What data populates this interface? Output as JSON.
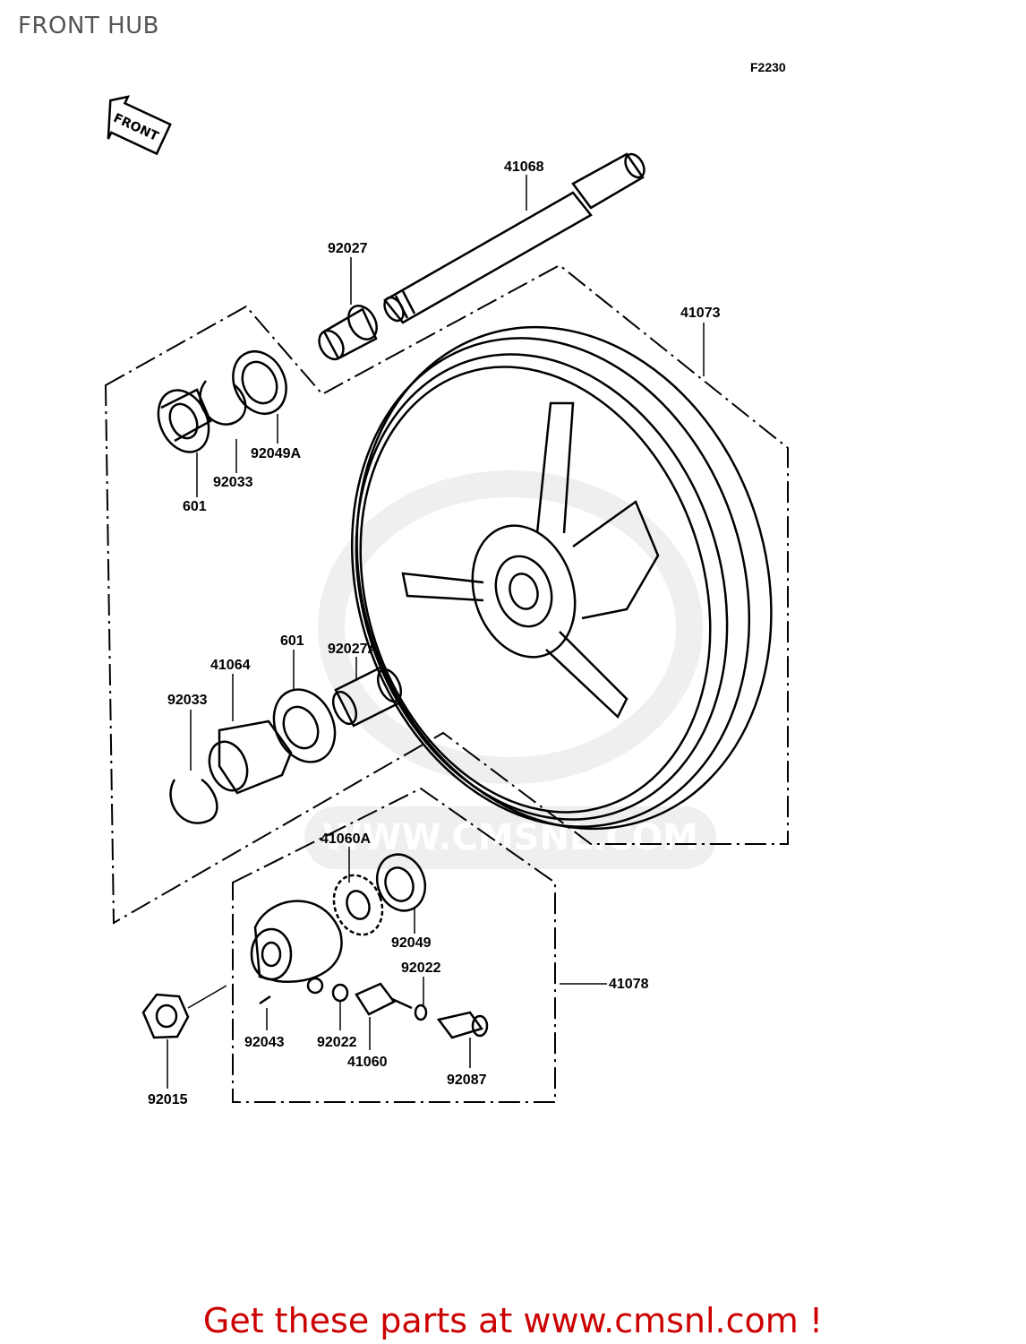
{
  "title": "FRONT HUB",
  "diagram_code": "F2230",
  "front_arrow_label": "FRONT",
  "watermark_text": "WWW.CMSNL.COM",
  "parts": [
    {
      "id": "p41068",
      "number": "41068"
    },
    {
      "id": "p92027",
      "number": "92027"
    },
    {
      "id": "p41073",
      "number": "41073"
    },
    {
      "id": "p92049A",
      "number": "92049A"
    },
    {
      "id": "p92033a",
      "number": "92033"
    },
    {
      "id": "p601a",
      "number": "601"
    },
    {
      "id": "p601b",
      "number": "601"
    },
    {
      "id": "p92027A",
      "number": "92027A"
    },
    {
      "id": "p41064",
      "number": "41064"
    },
    {
      "id": "p92033b",
      "number": "92033"
    },
    {
      "id": "p41060A",
      "number": "41060A"
    },
    {
      "id": "p92049",
      "number": "92049"
    },
    {
      "id": "p92022a",
      "number": "92022"
    },
    {
      "id": "p41078",
      "number": "41078"
    },
    {
      "id": "p92043",
      "number": "92043"
    },
    {
      "id": "p92022b",
      "number": "92022"
    },
    {
      "id": "p41060",
      "number": "41060"
    },
    {
      "id": "p92087",
      "number": "92087"
    },
    {
      "id": "p92015",
      "number": "92015"
    }
  ],
  "footer": "Get these parts at www.cmsnl.com !",
  "colors": {
    "footer": "#cc0000",
    "line": "#000000",
    "watermark": "#888888"
  }
}
